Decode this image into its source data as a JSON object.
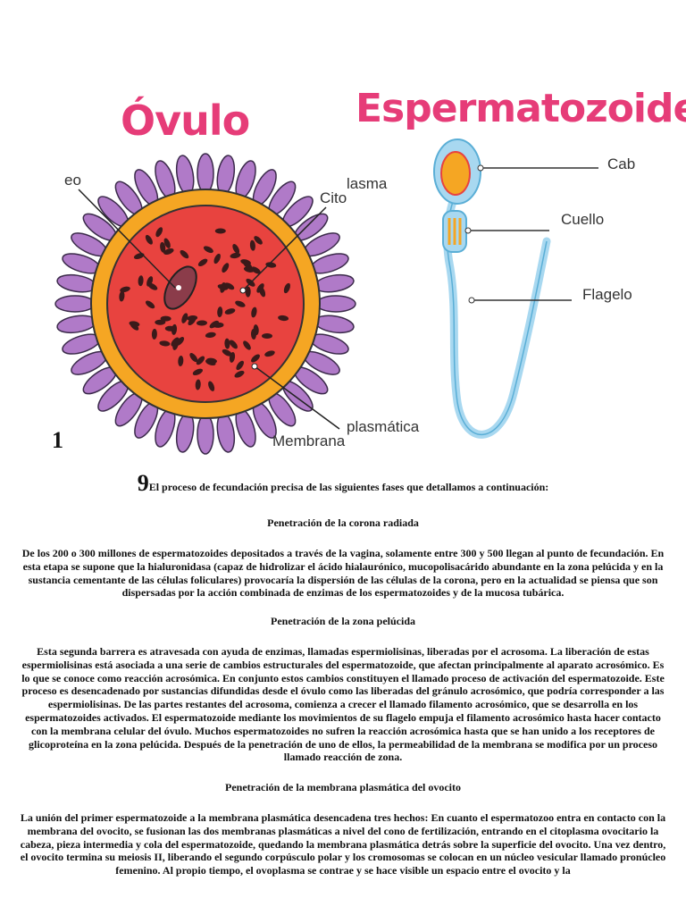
{
  "figure": {
    "ovulo_title": "Óvulo",
    "espermatozoide_title": "Espermatozoide",
    "ovulo_labels": {
      "nucleo": "eo",
      "citoplasma_a": "lasma",
      "citoplasma_b": "Cito",
      "membrana_a": "plasmática",
      "membrana_b": "Membrana"
    },
    "sperm_labels": {
      "cabeza": "Cab",
      "cuello": "Cuello",
      "flagelo": "Flagelo"
    },
    "figure_number": "1"
  },
  "document": {
    "intro_number": "9",
    "intro_text": "El proceso de fecundación precisa de las siguientes fases que detallamos a continuación:",
    "sections": [
      {
        "heading": "Penetración de la corona radiada",
        "body": "De los 200 o 300 millones de espermatozoides depositados  a través de la vagina, solamente entre 300 y 500 llegan al punto de fecundación. En esta etapa se supone que la hialuronidasa (capaz de hidrolizar el ácido hialaurónico, mucopolisacárido abundante en la zona pelúcida y en la sustancia cementante de las células foliculares) provocaría la dispersión de las células de la corona, pero en la actualidad se piensa que son dispersadas por la acción combinada de enzimas de los espermatozoides y de la mucosa tubárica."
      },
      {
        "heading": "Penetración de la zona pelúcida",
        "body": "Esta segunda barrera es atravesada con ayuda de enzimas, llamadas espermiolisinas, liberadas por el acrosoma. La liberación de estas espermiolisinas está asociada a una serie de cambios estructurales del espermatozoide, que afectan principalmente al aparato acrosómico. Es lo que se conoce como reacción acrosómica. En conjunto estos cambios constituyen el llamado proceso de activación del espermatozoide. Este proceso es desencadenado por sustancias difundidas desde el óvulo como las liberadas del gránulo acrosómico, que podría corresponder a las espermiolisinas. De las partes restantes del acrosoma, comienza a crecer el llamado filamento acrosómico, que se desarrolla en los espermatozoides activados. El espermatozoide mediante los movimientos de su flagelo empuja el filamento acrosómico hasta hacer contacto con la membrana celular del óvulo. Muchos espermatozoides no sufren la reacción acrosómica hasta que se han unido a los receptores de glicoproteína en la zona pelúcida. Después de la penetración de uno de ellos, la permeabilidad de la membrana se modifica por un proceso llamado reacción de zona."
      },
      {
        "heading": "Penetración de la membrana plasmática del ovocito",
        "body": "La unión del primer espermatozoide a la membrana plasmática desencadena tres hechos: En cuanto el espermatozoo entra en contacto con la membrana del ovocito, se fusionan las dos membranas plasmáticas a nivel del cono de fertilización, entrando en el citoplasma ovocitario la cabeza, pieza intermedia y cola del espermatozoide, quedando la membrana plasmática detrás sobre la superficie del ovocito. Una vez dentro, el ovocito termina su meiosis II, liberando el segundo corpúsculo polar y los cromosomas se colocan en un núcleo vesicular llamado pronúcleo femenino. Al propio tiempo, el ovoplasma se contrae y se hace visible un espacio entre el ovocito y la"
      }
    ]
  },
  "colors": {
    "title_pink": "#e63c78",
    "corona_purple": "#b07ac8",
    "zona_orange": "#f5a623",
    "cytoplasm_red": "#e8433f",
    "sperm_blue": "#a8d8f0"
  }
}
